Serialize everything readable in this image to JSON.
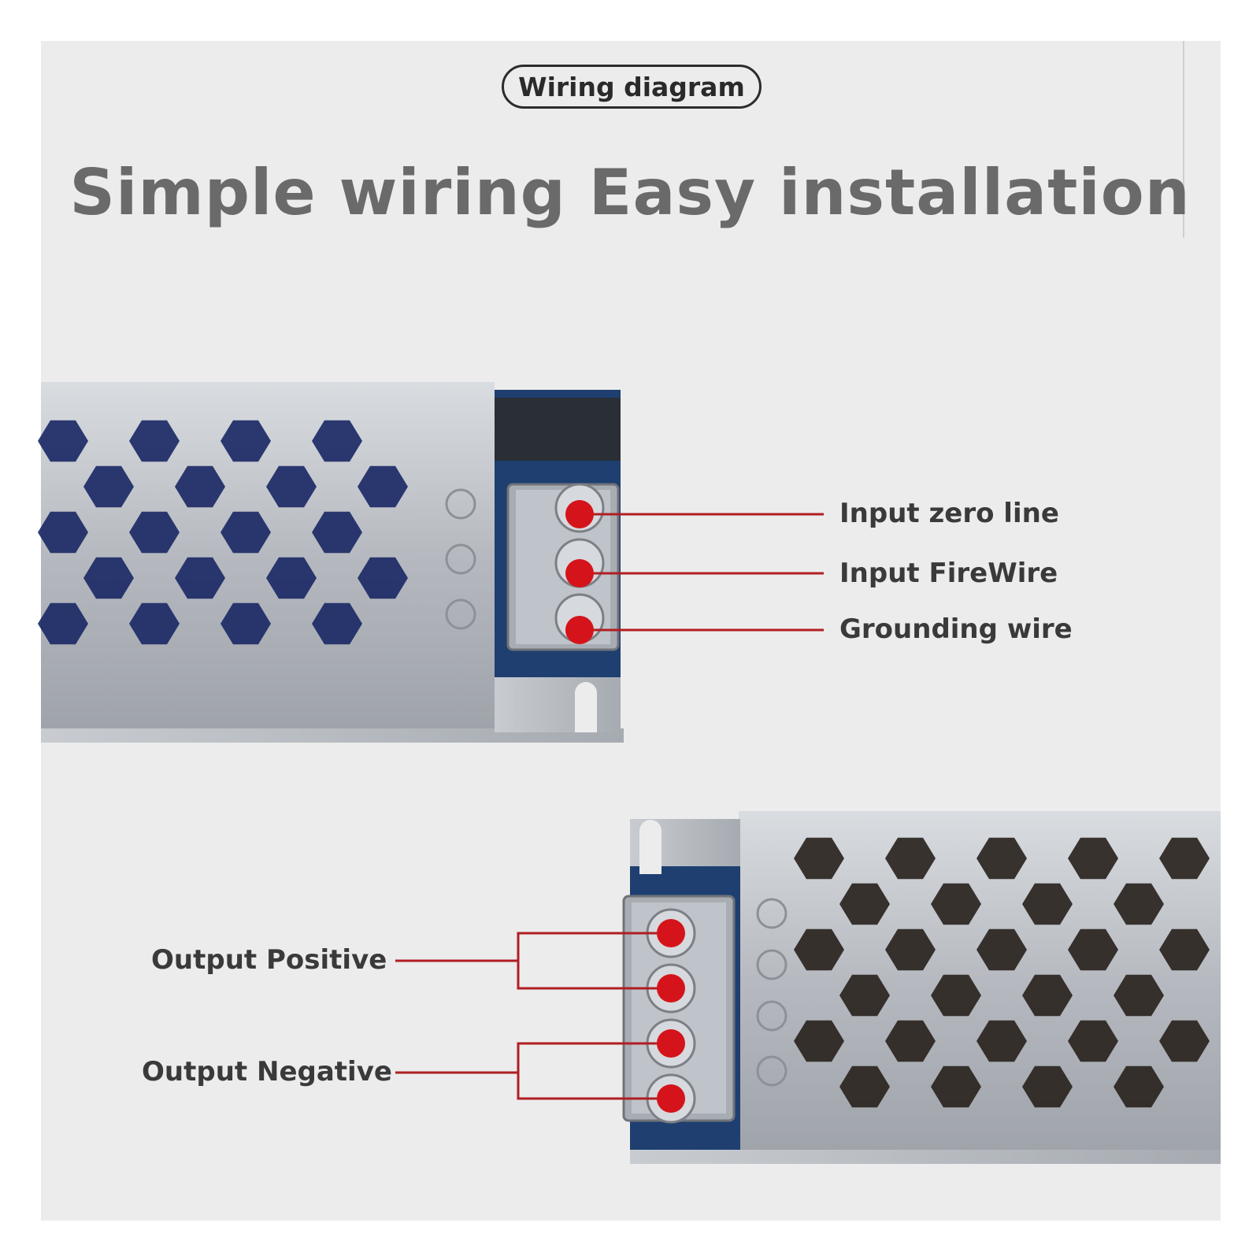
{
  "header": {
    "badge": "Wiring diagram",
    "headline": "Simple wiring Easy installation"
  },
  "input_terminals": [
    {
      "label": "Input zero line"
    },
    {
      "label": "Input FireWire"
    },
    {
      "label": "Grounding wire"
    }
  ],
  "output_terminals": [
    {
      "label": "Output Positive"
    },
    {
      "label": "Output Negative"
    }
  ],
  "colors": {
    "background": "#ececec",
    "leader_line": "#b01e23",
    "terminal_dot": "#d4141a",
    "headline": "#6a6a6a",
    "casing": "#b8bcc2",
    "capacitor": "#2a4bd0",
    "copper": "#b8693a"
  }
}
